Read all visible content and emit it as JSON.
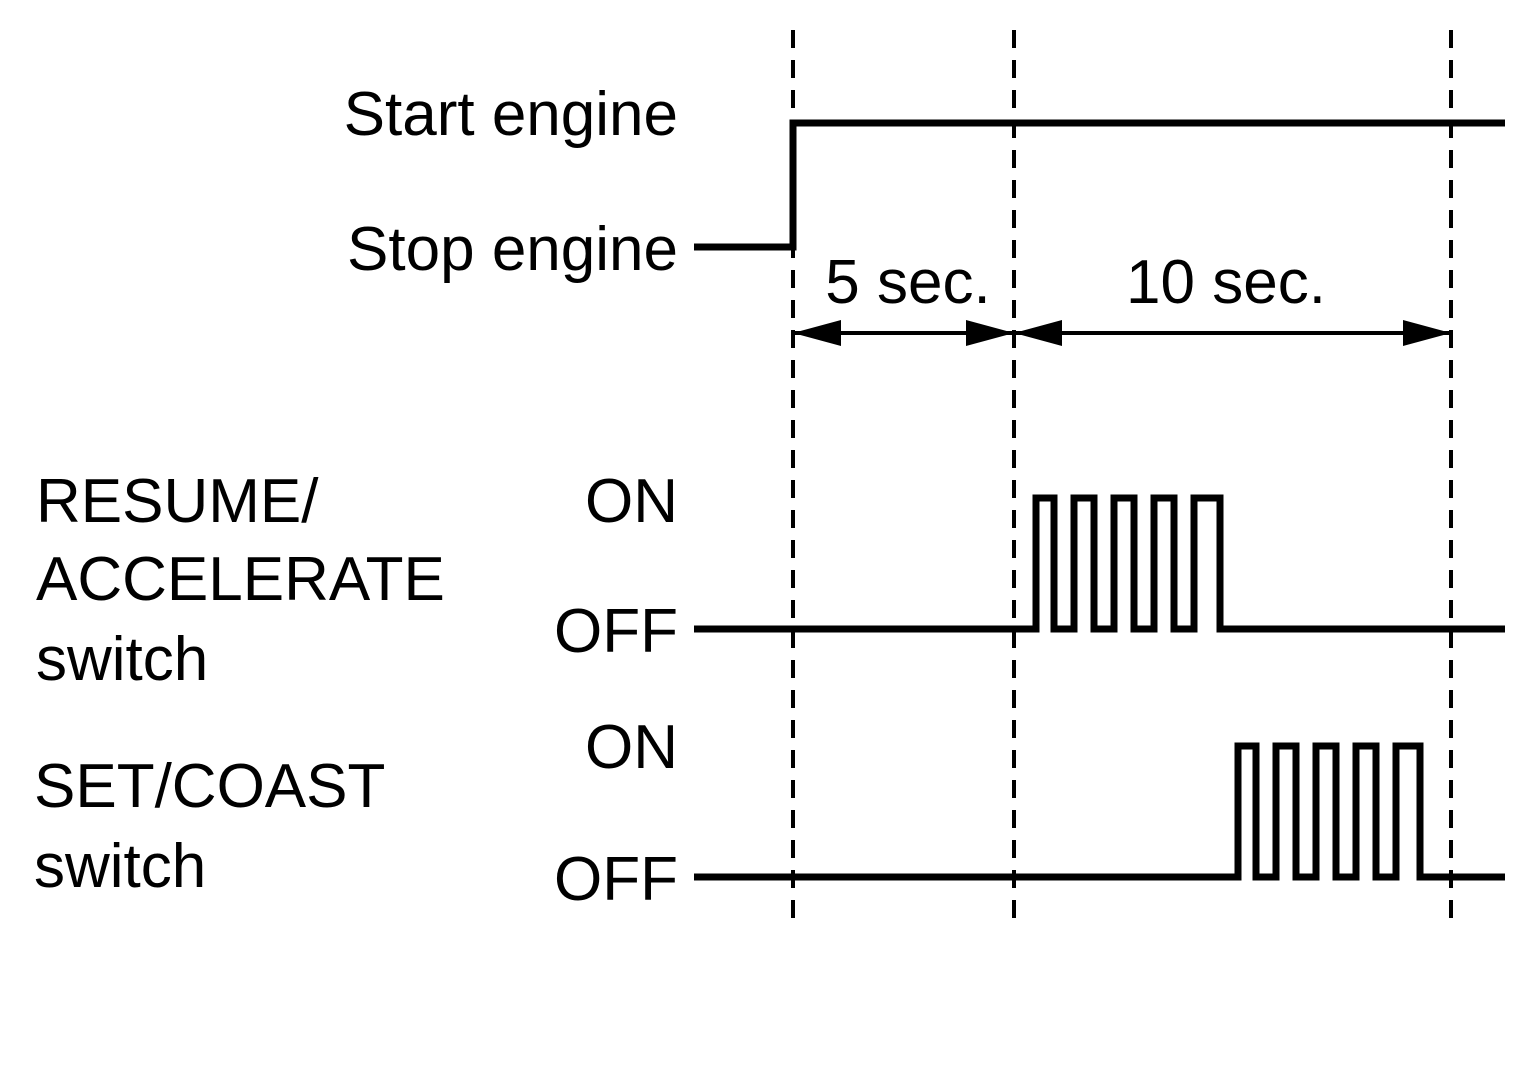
{
  "engine": {
    "start_label": "Start engine",
    "stop_label": "Stop engine"
  },
  "intervals": {
    "first": "5 sec.",
    "second": "10 sec."
  },
  "resume_switch": {
    "name_line1": "RESUME/",
    "name_line2": "ACCELERATE",
    "name_line3": "switch",
    "on_label": "ON",
    "off_label": "OFF"
  },
  "set_switch": {
    "name_line1": "SET/COAST",
    "name_line2": "switch",
    "on_label": "ON",
    "off_label": "OFF"
  }
}
